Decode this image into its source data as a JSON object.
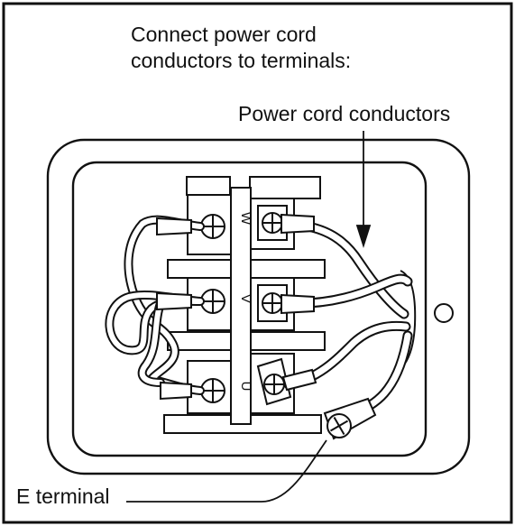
{
  "diagram": {
    "title_lines": [
      "Connect power cord",
      "conductors to terminals:"
    ],
    "labels": {
      "power_cord": "Power cord conductors",
      "e_terminal": "E terminal"
    },
    "terminal_letters": [
      "W",
      "V",
      "U"
    ]
  }
}
